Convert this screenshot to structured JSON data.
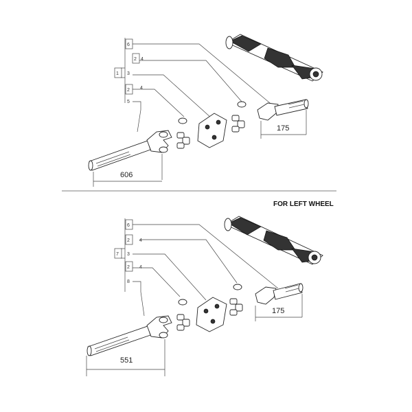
{
  "heading": "FOR LEFT WHEEL",
  "diagram_top": {
    "refs": [
      "6",
      "2",
      "4",
      "1",
      "3",
      "2",
      "4",
      "5"
    ],
    "dimensions": {
      "long_shaft": "606",
      "short_shaft": "175"
    }
  },
  "diagram_bottom": {
    "refs": [
      "6",
      "2",
      "4",
      "7",
      "3",
      "2",
      "4",
      "8"
    ],
    "dimensions": {
      "long_shaft": "551",
      "short_shaft": "175"
    }
  }
}
